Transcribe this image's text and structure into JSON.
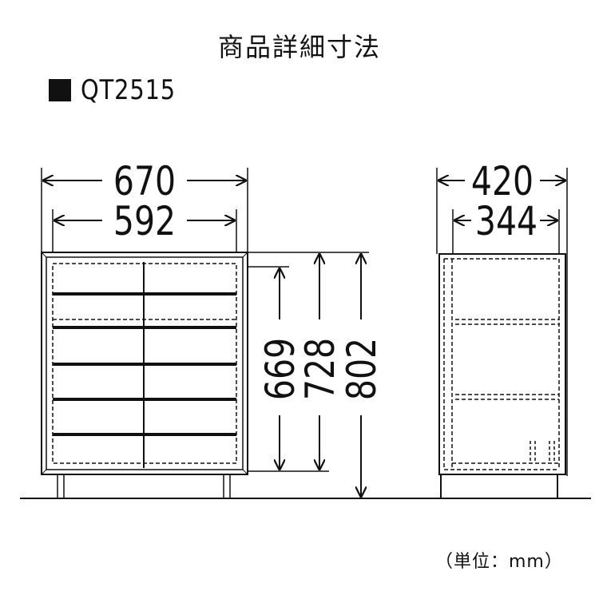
{
  "header": {
    "title": "商品詳細寸法",
    "model": "QT2515"
  },
  "dimensions": {
    "front_width_outer": "670",
    "front_width_inner": "592",
    "height_inner": "669",
    "height_body": "728",
    "height_total": "802",
    "side_depth_outer": "420",
    "side_depth_inner": "344"
  },
  "footer": {
    "unit_note": "（単位：mm）"
  }
}
